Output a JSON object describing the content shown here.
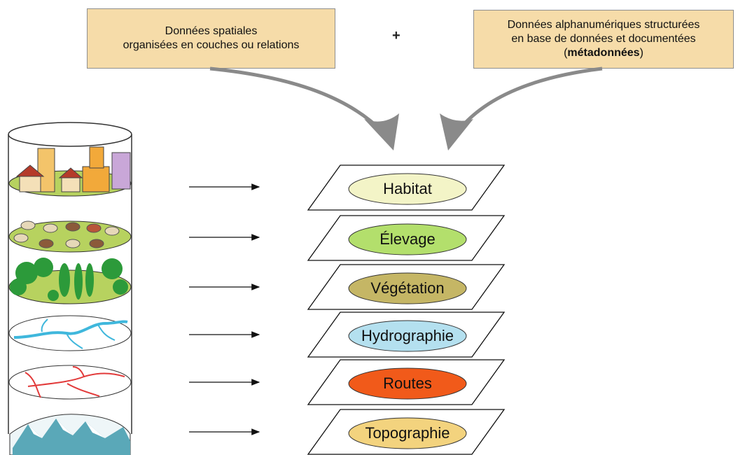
{
  "top_boxes": {
    "left": {
      "line1": "Données spatiales",
      "line2": "organisées en couches ou relations"
    },
    "right": {
      "line1": "Données alphanumériques structurées",
      "line2": "en base de données et documentées",
      "line3_bold": "métadonnées",
      "line3_open": "(",
      "line3_close": ")"
    }
  },
  "plus_sign": "+",
  "layers": [
    {
      "label": "Habitat",
      "color": "#f3f4c7"
    },
    {
      "label": "Élevage",
      "color": "#b3df6c"
    },
    {
      "label": "Végétation",
      "color": "#c5b665"
    },
    {
      "label": "Hydrographie",
      "color": "#b4e0ef"
    },
    {
      "label": "Routes",
      "color": "#f15a1a"
    },
    {
      "label": "Topographie",
      "color": "#f3d37e"
    }
  ],
  "colors": {
    "box_fill": "#f6dca9",
    "arrow_gray": "#8a8a8a",
    "water": "#3fb7dc",
    "roads": "#e23a3a",
    "tree_green": "#2c9a3a",
    "grass": "#b7d25f"
  }
}
